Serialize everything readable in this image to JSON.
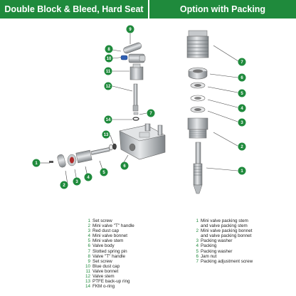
{
  "header": {
    "left_title": "Double Block & Bleed, Hard Seat",
    "right_title": "Option with Packing"
  },
  "colors": {
    "brand_green": "#1f8a3c",
    "metal": "#bfc3c6",
    "dark_metal": "#8d9296"
  },
  "legend_left": [
    {
      "num": "1",
      "text": "Set screw"
    },
    {
      "num": "2",
      "text": "Mini valve \"T\" handle"
    },
    {
      "num": "3",
      "text": "Red dust cap"
    },
    {
      "num": "4",
      "text": "Mini valve bonnet"
    },
    {
      "num": "5",
      "text": "Mini valve stem"
    },
    {
      "num": "6",
      "text": "Valve body"
    },
    {
      "num": "7",
      "text": "Slotted spring pin"
    },
    {
      "num": "8",
      "text": "Valve \"T\" handle"
    },
    {
      "num": "9",
      "text": "Set screw"
    },
    {
      "num": "10",
      "text": "Blue dust cap"
    },
    {
      "num": "11",
      "text": "Valve bonnet"
    },
    {
      "num": "12",
      "text": "Valve stem"
    },
    {
      "num": "13",
      "text": "PTFE back-up ring"
    },
    {
      "num": "14",
      "text": "FKM o-ring"
    }
  ],
  "legend_right": [
    {
      "num": "1",
      "text": "Mini valve packing stem"
    },
    {
      "num": "",
      "text": "and valve packing stem"
    },
    {
      "num": "2",
      "text": "Mini valve packing bonnet"
    },
    {
      "num": "",
      "text": "and valve packing bonnet"
    },
    {
      "num": "3",
      "text": "Packing washer"
    },
    {
      "num": "4",
      "text": "Packing"
    },
    {
      "num": "5",
      "text": "Packing washer"
    },
    {
      "num": "6",
      "text": "Jam nut"
    },
    {
      "num": "7",
      "text": "Packing adjustment screw"
    }
  ],
  "callouts_left": [
    "9",
    "10",
    "8",
    "11",
    "12",
    "7",
    "14",
    "13",
    "6",
    "1",
    "2",
    "3",
    "4",
    "5"
  ],
  "callouts_right": [
    "7",
    "6",
    "5",
    "4",
    "3",
    "2",
    "1"
  ]
}
